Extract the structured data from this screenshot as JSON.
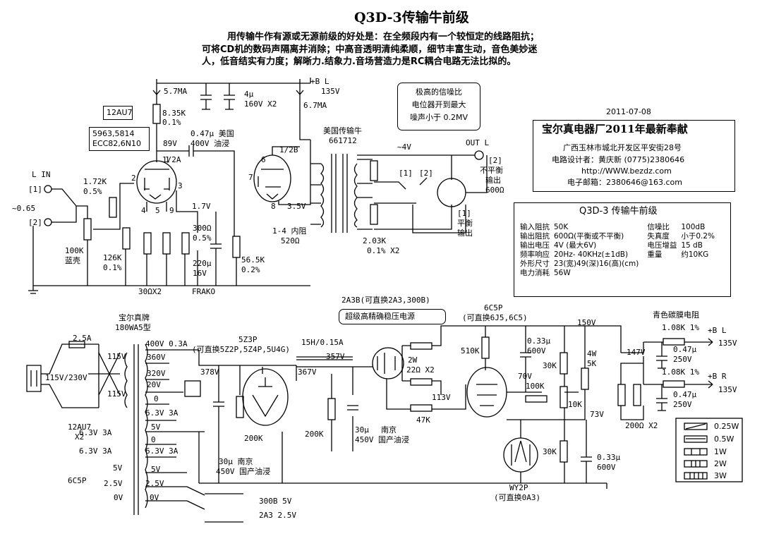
{
  "title": "Q3D-3传输牛前级",
  "intro": [
    "用传输牛作有源或无源前级的好处是：在全频段内有一个较恒定的线路阻抗；",
    "可将CD机的数码声隔离并消除；中高音透明清纯柔顺，细节丰富生动，音色美妙迷",
    "人，低音结实有力度；解晰力.结象力.音场营造力是RC耦合电路无法比拟的。"
  ],
  "date": "2011-07-08",
  "snr_note": [
    "极高的信噪比",
    "电位器开到最大",
    "噪声小于 0.2MV"
  ],
  "company": {
    "name": "宝尔真电器厂2011年最新奉献",
    "address": "广西玉林市城北开发区平安街28号",
    "designer": "电路设计者：黄庆新   (0775)2380646",
    "website": "http://WWW.bezdz.com",
    "email": "电子邮箱：2380646@163.com"
  },
  "spec": {
    "title": "Q3D-3  传输牛前级",
    "rows": [
      [
        "输入阻抗",
        "50K",
        "信噪比",
        "100dB"
      ],
      [
        "输出阻抗",
        "600Ω(平衡或不平衡)",
        "失真度",
        "小于0.2%"
      ],
      [
        "输出电压",
        "4V  (最大6V)",
        "电压增益",
        "15 dB"
      ],
      [
        "频率响应",
        "20Hz- 40KHz(±1dB)",
        "重量",
        "约10KG"
      ],
      [
        "外形尺寸",
        "23(宽)49(深)16(高)(cm)",
        "",
        ""
      ],
      [
        "电力消耗",
        "56W",
        "",
        ""
      ]
    ]
  },
  "legend": [
    "0.25W",
    "0.5W",
    "1W",
    "2W",
    "3W"
  ],
  "labels": {
    "tube1": "12AU7",
    "tube1_alt": [
      "5963,5814",
      "ECC82,6N10"
    ],
    "lin": "L IN",
    "in1": "[1]",
    "in2": "[2]",
    "in_v": "~0.65",
    "r_vol": [
      "100K",
      "蓝壳"
    ],
    "r172": [
      "1.72K",
      "0.5%"
    ],
    "r126": [
      "126K",
      "0.1%"
    ],
    "r835": [
      "8.35K",
      "0.1%"
    ],
    "i57": "5.7MA",
    "v89": "89V",
    "half_a": "1/2A",
    "cap047": [
      "0.47μ 美国",
      "400V 油浸"
    ],
    "pin1": "1",
    "pin2": "2",
    "pin3": "3",
    "pin4": "4",
    "pin5": "5",
    "pin9": "9",
    "v17": "1.7V",
    "r300": [
      "300Ω",
      "0.5%"
    ],
    "c220": [
      "220μ",
      "16V"
    ],
    "r30x2": "30ΩX2",
    "frako": "FRAKO",
    "r565": [
      "56.5K",
      "0.2%"
    ],
    "plusb": "+B  L",
    "v135": "135V",
    "c4u": [
      "4μ",
      "160V  X2"
    ],
    "i67": "6.7MA",
    "half_b": "1/2B",
    "pin6": "6",
    "pin7": "7",
    "pin8": "8",
    "v35": "3.5V",
    "xfmr": [
      "美国传输牛",
      "661712"
    ],
    "xfmr_in": [
      "1-4 内阻",
      "520Ω"
    ],
    "v4": "~4V",
    "sw1": "[1]",
    "sw2": "[2]",
    "r203": [
      "2.03K",
      "0.1%   X2"
    ],
    "outl": "OUT  L",
    "out_un": [
      "[2]",
      "不平衡",
      "输出",
      "600Ω"
    ],
    "out_bal": [
      "[1]",
      "平衡",
      "输出"
    ],
    "brand": [
      "宝尔真牌",
      "180WA5型"
    ],
    "fuse": "2.5A",
    "mains": "115V/230V",
    "v115a": "115V",
    "v115b": "115V",
    "sec400": "400V 0.3A",
    "sec360": "360V",
    "sec320": "320V",
    "sec20": "20V",
    "sec0a": "0",
    "sec63a": "6.3V 3A",
    "sec5a": "5V",
    "sec0b": "0",
    "sec63b": "6.3V 3A",
    "sec5b": "5V",
    "sec25": "2.5V",
    "sec0c": "0V",
    "prim63a": "6.3V 3A",
    "prim63b": "6.3V 3A",
    "prim5": "5V",
    "prim25": "2.5V",
    "prim0": "0V",
    "aux12": [
      "12AU7",
      "X2"
    ],
    "aux6c5": "6C5P",
    "sel": [
      "300B  5V",
      "2A3 2.5V"
    ],
    "rect": [
      "5Z3P",
      "(可直换5Z2P,5Z4P,5U4G)"
    ],
    "v378": "378V",
    "r200k_a": "200K",
    "c30a": [
      "30μ    南京",
      "450V 国产油浸"
    ],
    "choke": "15H/0.15A",
    "v367": "367V",
    "v357": "357V",
    "r200k_b": "200K",
    "c30b": [
      "30μ",
      "450V"
    ],
    "c30b_tag": [
      "南京",
      "国产油浸"
    ],
    "reg_tube": [
      "2A3B(可直换2A3,300B)"
    ],
    "reg_title": "超级高精确稳压电源",
    "r22": [
      "2W",
      "22Ω  X2"
    ],
    "v113": "113V",
    "r47k": "47K",
    "c5p": [
      "6C5P",
      "(可直换6J5,6C5)"
    ],
    "r510": "510K",
    "c033a": [
      "0.33μ",
      "600V"
    ],
    "v70": "70V",
    "r100k": "100K",
    "r30k_a": "30K",
    "r4w": [
      "4W",
      "5K"
    ],
    "r10k": "10K",
    "v73": "73V",
    "r30k_b": "30K",
    "c033b": [
      "0.33μ",
      "600V"
    ],
    "wy2p": [
      "WY2P",
      "(可直换0A3)"
    ],
    "v150": "150V",
    "v147": "147V",
    "r200x2": "200Ω X2",
    "carbon": "青色碳膜电阻",
    "r108a": "1.08K 1%",
    "bl": "+B L",
    "bl_v": "135V",
    "c047a": [
      "0.47μ",
      "250V"
    ],
    "r108b": "1.08K 1%",
    "br": "+B R",
    "br_v": "135V",
    "c047b": [
      "0.47μ",
      "250V"
    ]
  }
}
